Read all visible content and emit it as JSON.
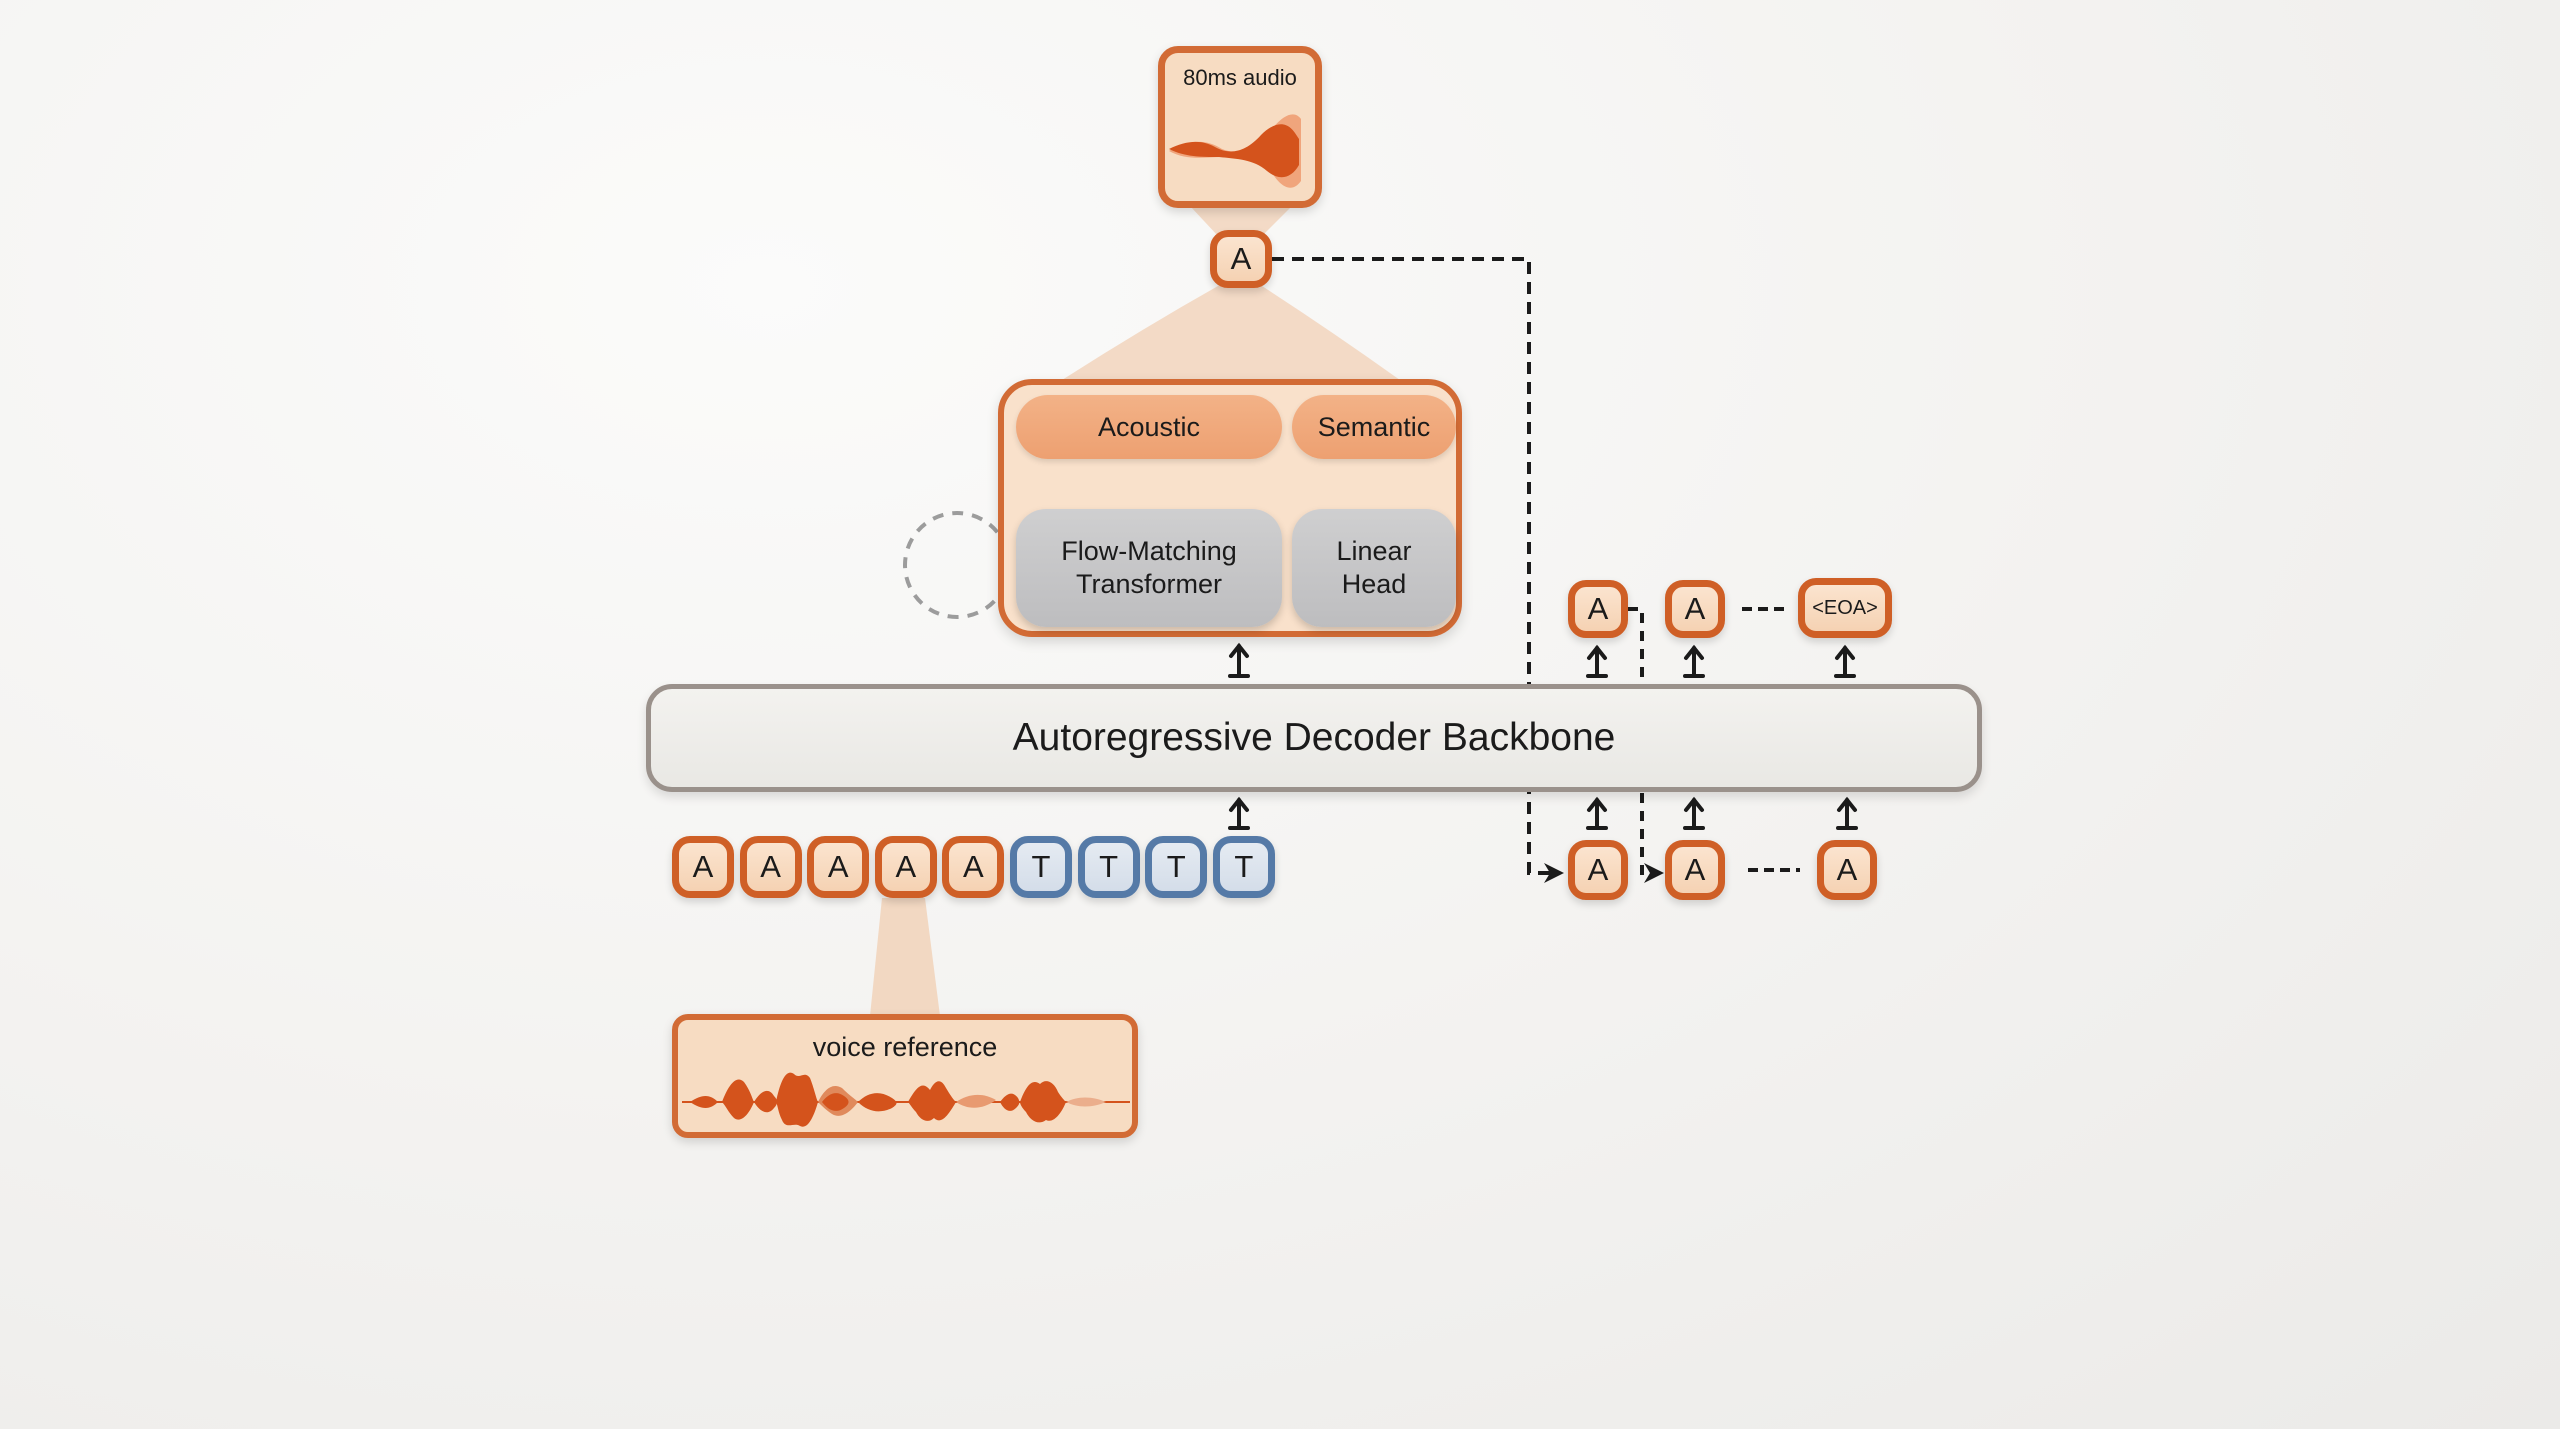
{
  "diagram": {
    "title": "Autoregressive speech generation with flow-matching acoustic head",
    "colors": {
      "audio_token_border": "#cf5f26",
      "audio_token_fill": "#f8dcc2",
      "text_token_border": "#557aa7",
      "text_token_fill": "#dde4ee",
      "pill_fill": "#f0a97b",
      "module_grey": "#c6c6c8",
      "backbone_border": "#9a918b",
      "waveform": "#d4531c"
    },
    "output_audio": {
      "label": "80ms audio",
      "icon": "waveform-icon"
    },
    "output_token": {
      "label": "A"
    },
    "head": {
      "outputs": [
        {
          "label": "Acoustic"
        },
        {
          "label": "Semantic"
        }
      ],
      "modules": [
        {
          "label_line1": "Flow-Matching",
          "label_line2": "Transformer"
        },
        {
          "label_line1": "Linear",
          "label_line2": "Head"
        }
      ],
      "loop_icon": "dashed-loop-icon"
    },
    "backbone": {
      "label": "Autoregressive Decoder Backbone"
    },
    "input_sequence": {
      "tokens": [
        {
          "label": "A",
          "type": "audio"
        },
        {
          "label": "A",
          "type": "audio"
        },
        {
          "label": "A",
          "type": "audio"
        },
        {
          "label": "A",
          "type": "audio"
        },
        {
          "label": "A",
          "type": "audio"
        },
        {
          "label": "T",
          "type": "text"
        },
        {
          "label": "T",
          "type": "text"
        },
        {
          "label": "T",
          "type": "text"
        },
        {
          "label": "T",
          "type": "text"
        }
      ]
    },
    "voice_reference": {
      "label": "voice reference",
      "icon": "waveform-icon"
    },
    "generation": {
      "outputs": [
        {
          "label": "A"
        },
        {
          "label": "A"
        },
        {
          "label": "<EOA>"
        }
      ],
      "inputs": [
        {
          "label": "A"
        },
        {
          "label": "A"
        },
        {
          "label": "A"
        }
      ],
      "ellipsis": "- - -"
    }
  }
}
